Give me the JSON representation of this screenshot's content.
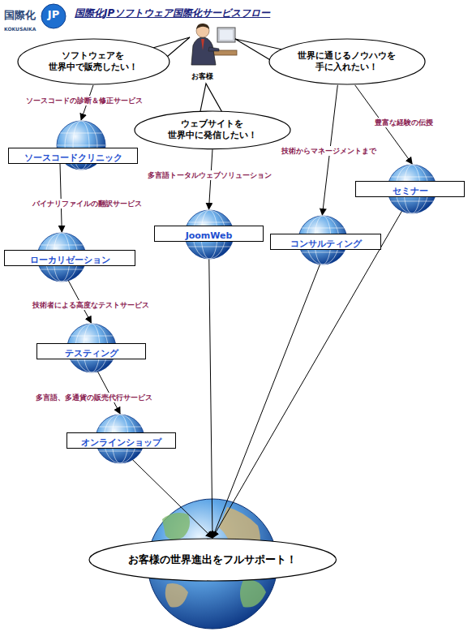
{
  "diagram": {
    "title": "国際化JPソフトウェア国際化サービスフロー",
    "nodes": [
      {
        "text": [
          "ソフトウェアを 世界中で販売したい！"
        ]
      },
      {
        "text": [
          "世界に通じるノウハウを 手に入れたい！"
        ]
      },
      {
        "text": [
          "ウェブサイトを 世界中に発信したい！"
        ]
      },
      {
        "text": [
          "ソースコードクリニック"
        ]
      },
      {
        "text": [
          "セミナー"
        ]
      },
      {
        "text": [
          "JoomWeb"
        ]
      },
      {
        "text": [
          "コンサルティング"
        ]
      },
      {
        "text": [
          "ローカリゼーション"
        ]
      },
      {
        "text": [
          "テスティング"
        ]
      },
      {
        "text": [
          "オンラインショップ"
        ]
      },
      {
        "text": [
          "お客様の世界進出をフルサポート！"
        ]
      }
    ],
    "edges": [
      {
        "from": 0,
        "to": 3,
        "arrow": "to",
        "label": "ソースコードの診断＆修正サービス"
      },
      {
        "from": 3,
        "to": 7,
        "arrow": "to",
        "label": "バイナリファイルの翻訳サービス"
      },
      {
        "from": 7,
        "to": 8,
        "arrow": "to",
        "label": "技術者による高度なテストサービス"
      },
      {
        "from": 8,
        "to": 9,
        "arrow": "to",
        "label": "多言語、多通貨の販売代行サービス"
      },
      {
        "from": 2,
        "to": 5,
        "arrow": "to",
        "label": "多言語トータルウェブソリューション"
      },
      {
        "from": 1,
        "to": 6,
        "arrow": "to",
        "label": "技術からマネージメントまで"
      },
      {
        "from": 1,
        "to": 4,
        "arrow": "to",
        "label": "豊富な経験の伝授"
      },
      {
        "from": 9,
        "to": 10,
        "arrow": "to"
      },
      {
        "from": 5,
        "to": 10,
        "arrow": "to"
      },
      {
        "from": 6,
        "to": 10,
        "arrow": "to"
      },
      {
        "from": 4,
        "to": 10,
        "arrow": "to"
      }
    ],
    "labels": [
      "国際化",
      "JP",
      "KOKUSAIKA",
      "お客様"
    ]
  }
}
